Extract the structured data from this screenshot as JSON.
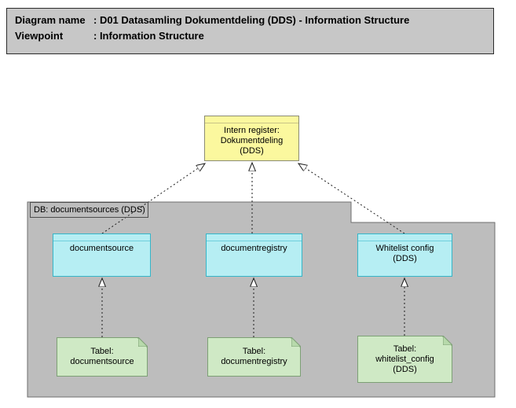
{
  "header": {
    "rows": [
      {
        "label": "Diagram name",
        "value": ": D01 Datasamling Dokumentdeling (DDS) - Information Structure"
      },
      {
        "label": "Viewpoint",
        "value": ": Information Structure"
      }
    ]
  },
  "nodes": {
    "intern_register": {
      "lines": [
        "Intern register:",
        "Dokumentdeling",
        "(DDS)"
      ]
    },
    "db_group": {
      "label": "DB: documentsources (DDS)"
    },
    "documentsource": {
      "label": "documentsource"
    },
    "documentregistry": {
      "label": "documentregistry"
    },
    "whitelist_config": {
      "lines": [
        "Whitelist config",
        "(DDS)"
      ]
    },
    "tabel_documentsource": {
      "lines": [
        "Tabel:",
        "documentsource"
      ]
    },
    "tabel_documentregistry": {
      "lines": [
        "Tabel:",
        "documentregistry"
      ]
    },
    "tabel_whitelist_config": {
      "lines": [
        "Tabel:",
        "whitelist_config",
        "(DDS)"
      ]
    }
  },
  "colors": {
    "header_bg": "#c7c7c7",
    "group_bg": "#bdbdbd",
    "object_yellow": "#fbf89e",
    "entity_cyan": "#b6eef3",
    "entity_cyan_border": "#35b6c9",
    "note_green": "#cfe9c5",
    "connector": "#1a1a1a"
  }
}
